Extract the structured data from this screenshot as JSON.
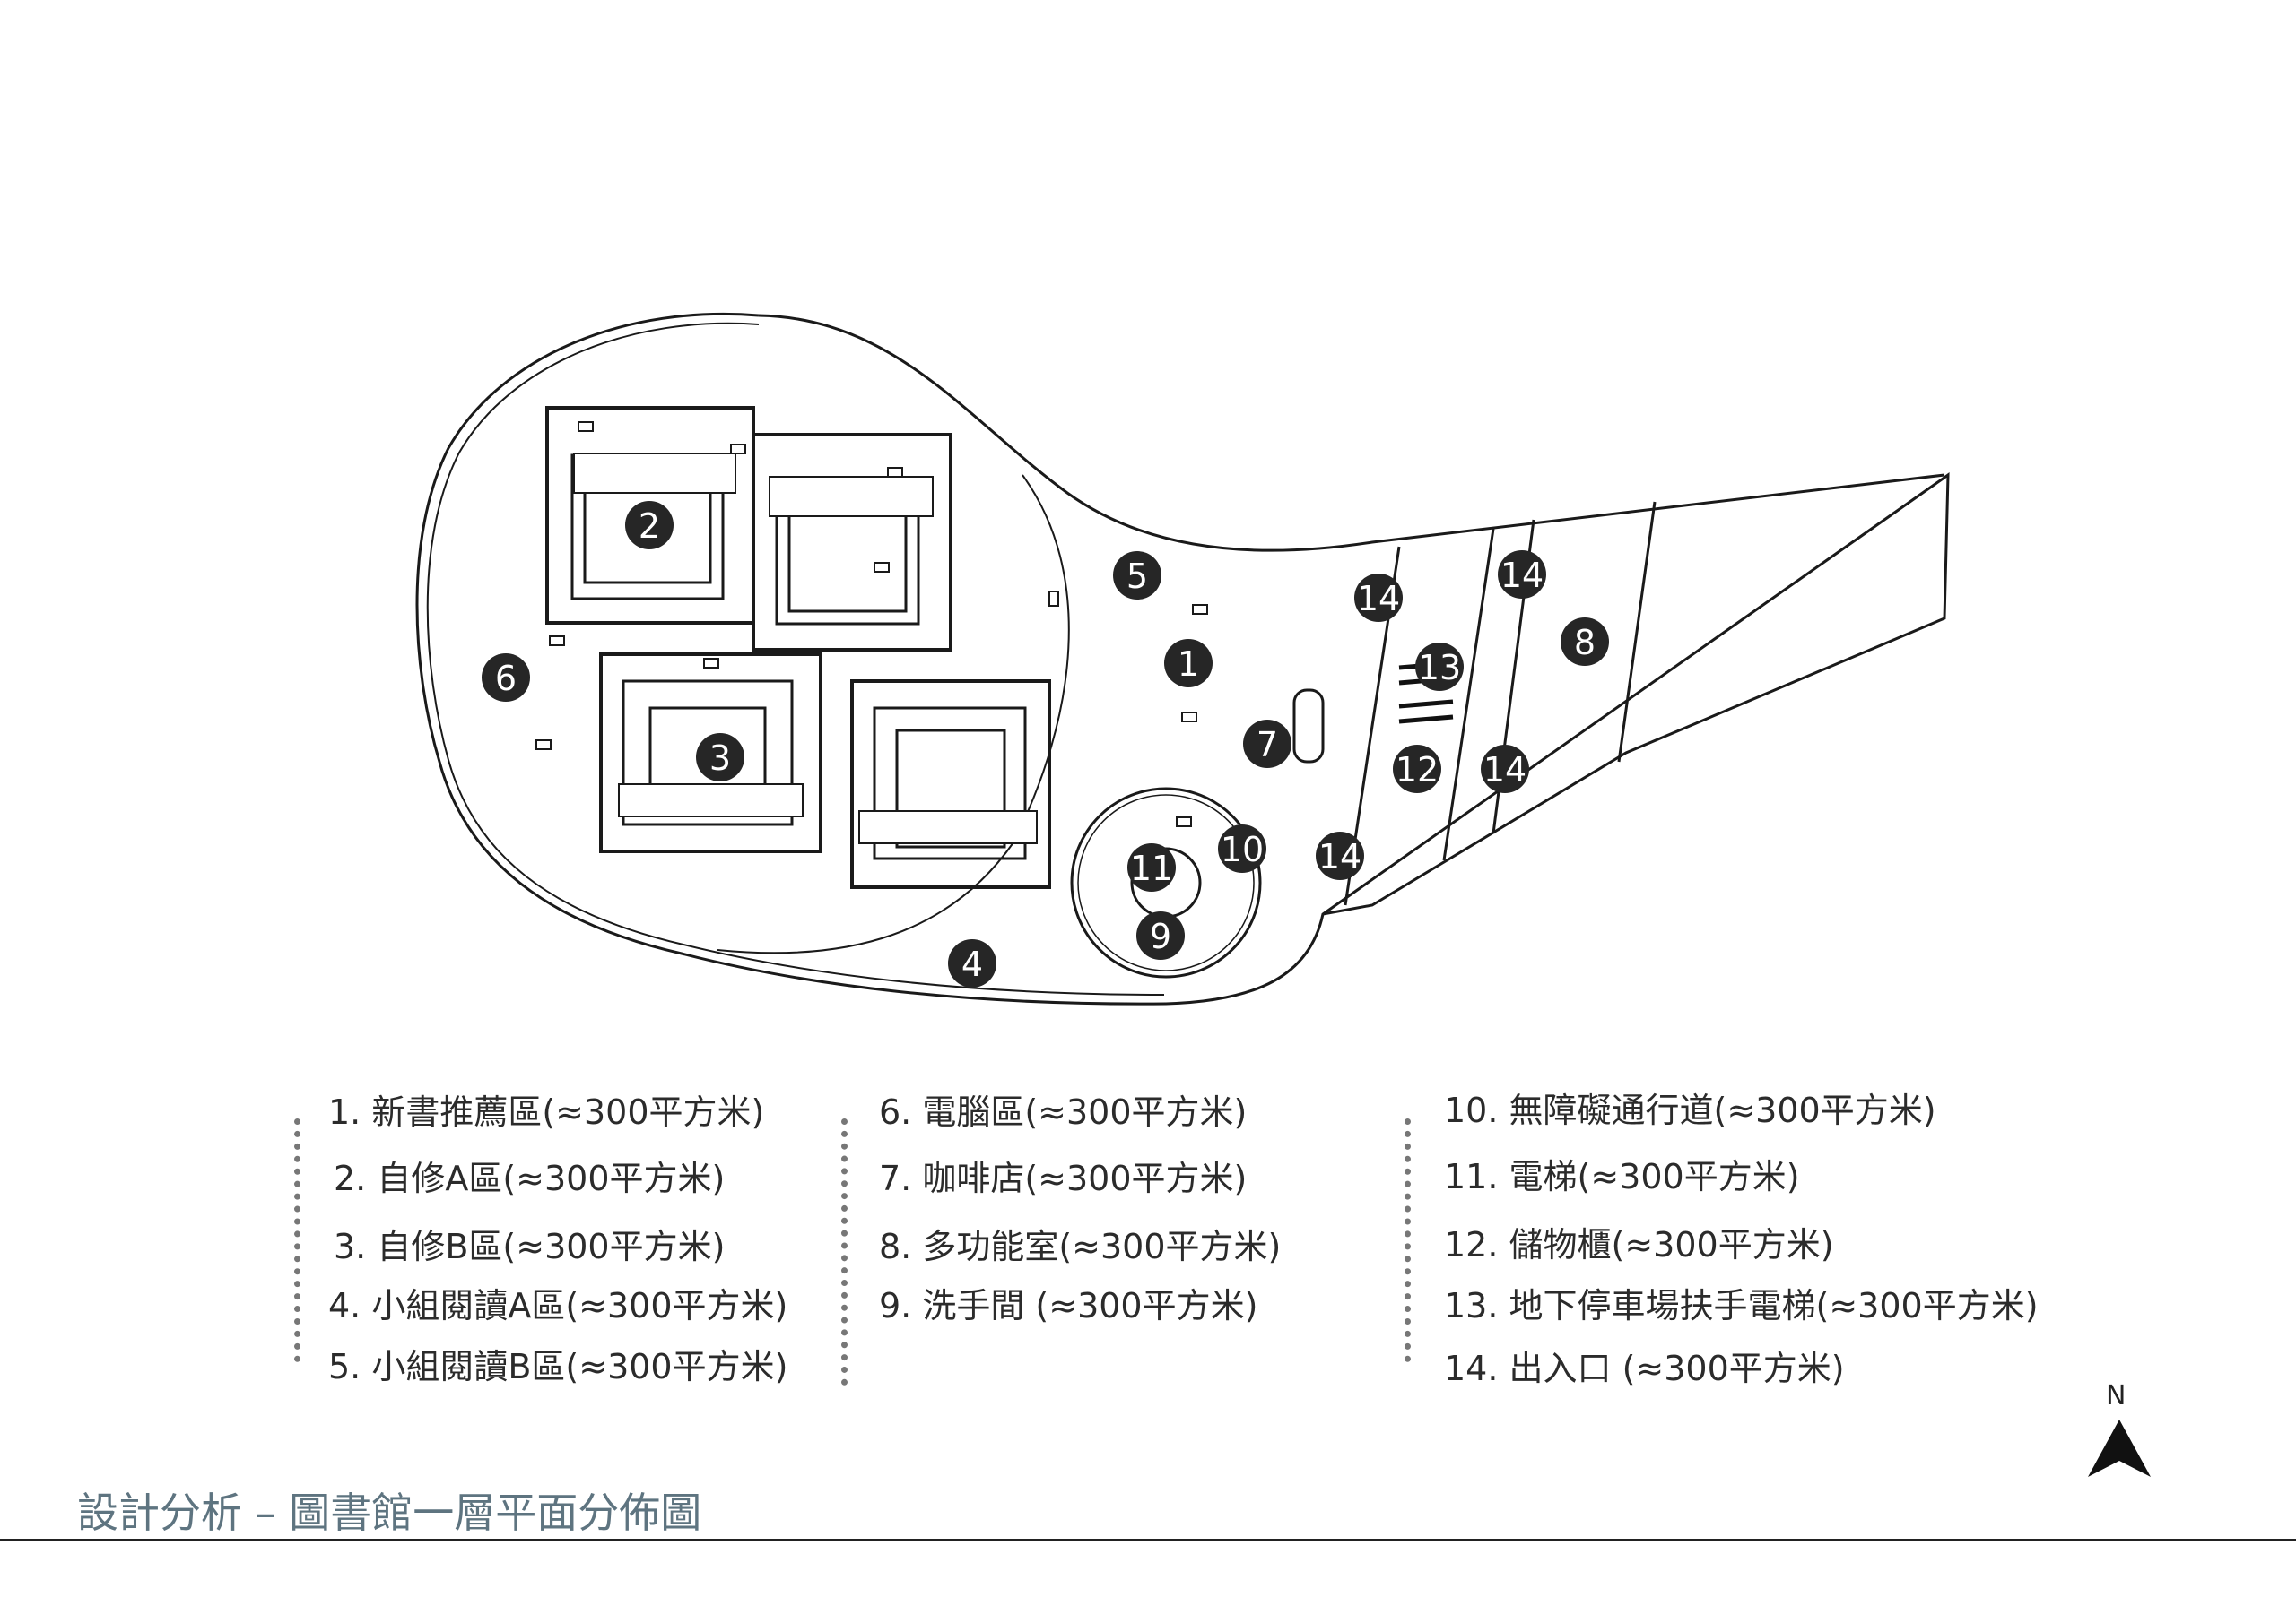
{
  "diagram": {
    "title": "設計分析 – 圖書館一層平面分佈圖",
    "north_label": "N",
    "markers": [
      "2",
      "5",
      "14",
      "14",
      "6",
      "1",
      "13",
      "8",
      "7",
      "3",
      "12",
      "14",
      "10",
      "14",
      "11",
      "9",
      "4"
    ],
    "legend": {
      "column1": [
        "1. 新書推薦區(≈300平方米)",
        "2. 自修A區(≈300平方米)",
        "3. 自修B區(≈300平方米)",
        "4. 小組閱讀A區(≈300平方米)",
        "5. 小組閱讀B區(≈300平方米)"
      ],
      "column2": [
        "6. 電腦區(≈300平方米)",
        "7. 咖啡店(≈300平方米)",
        "8. 多功能室(≈300平方米)",
        "9. 洗手間 (≈300平方米)"
      ],
      "column3": [
        "10. 無障礙通行道(≈300平方米)",
        "11. 電梯(≈300平方米)",
        "12. 儲物櫃(≈300平方米)",
        "13. 地下停車場扶手電梯(≈300平方米)",
        "14. 出入口 (≈300平方米)"
      ]
    }
  }
}
